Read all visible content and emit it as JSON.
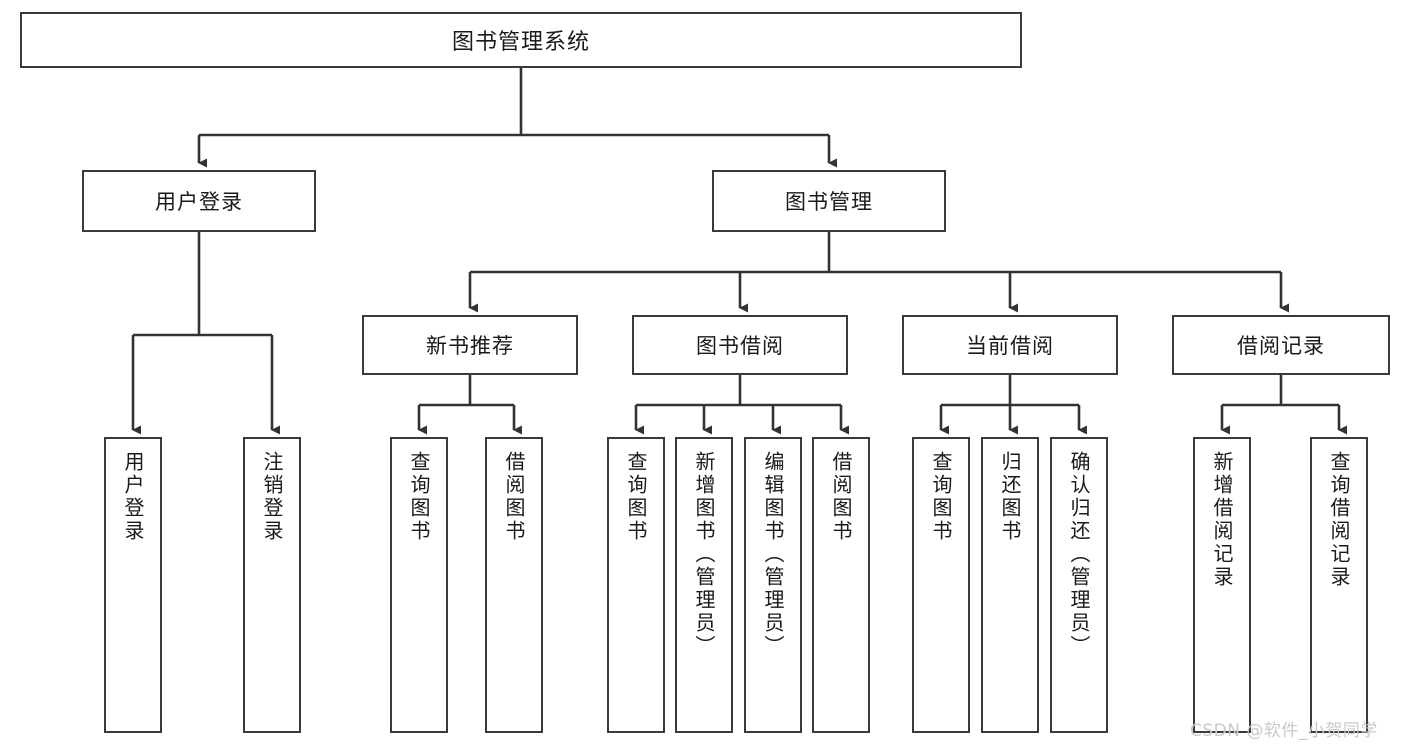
{
  "diagram": {
    "title": "图书管理系统",
    "type": "tree-hierarchy",
    "colors": {
      "box_border": "#3a3a3a",
      "box_fill": "#ffffff",
      "connector": "#333333",
      "text": "#1a1a1a",
      "watermark": "#c9c9c9"
    },
    "root": {
      "label": "图书管理系统"
    },
    "level2": [
      {
        "label": "用户登录"
      },
      {
        "label": "图书管理"
      }
    ],
    "level3": [
      {
        "label": "新书推荐"
      },
      {
        "label": "图书借阅"
      },
      {
        "label": "当前借阅"
      },
      {
        "label": "借阅记录"
      }
    ],
    "leaves": {
      "user_login": [
        {
          "label": "用户登录"
        },
        {
          "label": "注销登录"
        }
      ],
      "new_book": [
        {
          "label": "查询图书"
        },
        {
          "label": "借阅图书"
        }
      ],
      "book_borrow": [
        {
          "label": "查询图书"
        },
        {
          "label": "新增图书（管理员）"
        },
        {
          "label": "编辑图书（管理员）"
        },
        {
          "label": "借阅图书"
        }
      ],
      "current_borrow": [
        {
          "label": "查询图书"
        },
        {
          "label": "归还图书"
        },
        {
          "label": "确认归还（管理员）"
        }
      ],
      "borrow_record": [
        {
          "label": "新增借阅记录"
        },
        {
          "label": "查询借阅记录"
        }
      ]
    },
    "watermark": "CSDN @软件_小贺同学"
  }
}
